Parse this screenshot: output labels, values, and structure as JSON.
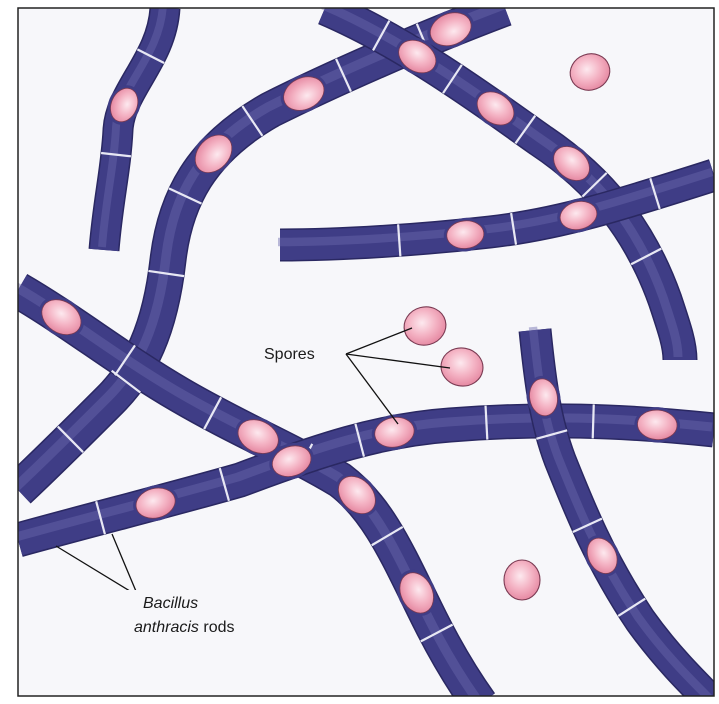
{
  "figure": {
    "labels": {
      "spores": "Spores",
      "bacillus_line1": "Bacillus",
      "bacillus_line2_italic": "anthracis",
      "bacillus_line2_rest": " rods"
    }
  },
  "colors": {
    "background": "#f7f7fa",
    "frame": "#222222",
    "rod_body": "#3f3d86",
    "rod_outline": "#2a2862",
    "rod_highlight": "#6a68ad",
    "septum": "#e8e8f4",
    "spore_fill": "#f2a9bd",
    "spore_center": "#fbe0e8",
    "spore_outline": "#7a3a52",
    "leader_line": "#111111"
  }
}
